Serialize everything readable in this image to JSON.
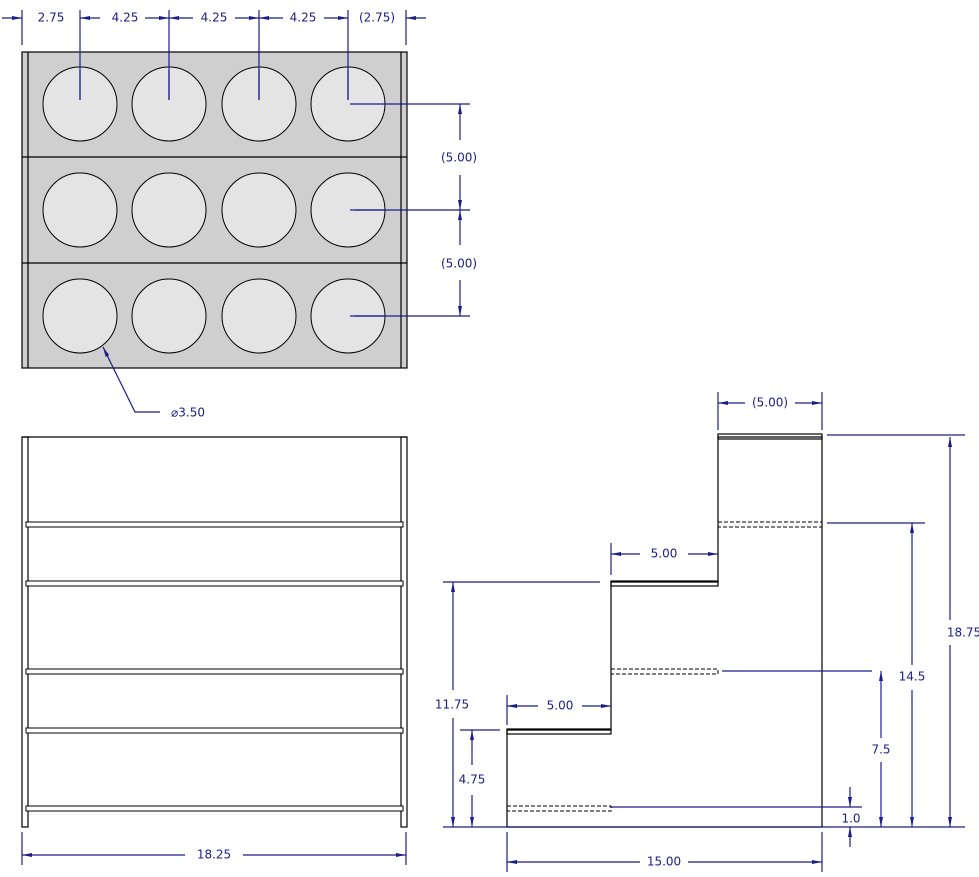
{
  "colors": {
    "dimension": "#1c1c8a",
    "panel": "#cfcfcf",
    "hole": "#e4e4e4"
  },
  "top_view": {
    "horizontal_dims": [
      "2.75",
      "4.25",
      "4.25",
      "4.25",
      "(2.75)"
    ],
    "vertical_dims": [
      "(5.00)",
      "(5.00)"
    ],
    "hole_diameter": "⌀3.50",
    "rows": 3,
    "holes_per_row": 4
  },
  "front_view": {
    "width_dim": "18.25",
    "shelves": 5
  },
  "side_view": {
    "top_step_depth": "(5.00)",
    "middle_step_depth": "5.00",
    "lower_step_depth": "5.00",
    "mid_step_height": "11.75",
    "low_step_height": "4.75",
    "shelf_height_low": "7.5",
    "shelf_height_high": "14.5",
    "overall_height": "18.75",
    "bottom_shelf_offset": "1.0",
    "overall_depth": "15.00"
  }
}
